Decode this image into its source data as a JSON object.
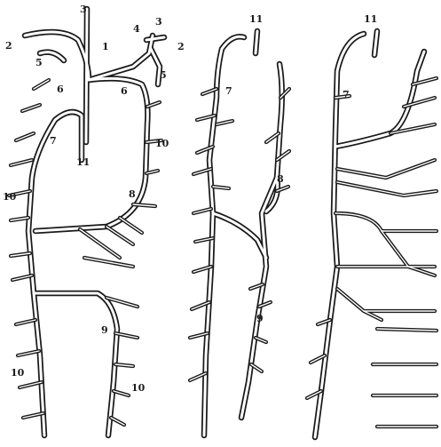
{
  "panels": [
    {
      "id": "left",
      "labels": [
        {
          "key": "l3a",
          "text": "3"
        },
        {
          "key": "l2a",
          "text": "2"
        },
        {
          "key": "l1",
          "text": "1"
        },
        {
          "key": "l4",
          "text": "4"
        },
        {
          "key": "l3b",
          "text": "3"
        },
        {
          "key": "l2b",
          "text": "2"
        },
        {
          "key": "l5a",
          "text": "5"
        },
        {
          "key": "l6a",
          "text": "6"
        },
        {
          "key": "l6b",
          "text": "6"
        },
        {
          "key": "l5b",
          "text": "5"
        },
        {
          "key": "l7",
          "text": "7"
        },
        {
          "key": "l11",
          "text": "11"
        },
        {
          "key": "l10a",
          "text": "10"
        },
        {
          "key": "l10b",
          "text": "10"
        },
        {
          "key": "l8",
          "text": "8"
        },
        {
          "key": "l9",
          "text": "9"
        },
        {
          "key": "l10c",
          "text": "10"
        },
        {
          "key": "l10d",
          "text": "10"
        }
      ]
    },
    {
      "id": "middle",
      "labels": [
        {
          "key": "m11",
          "text": "11"
        },
        {
          "key": "m7",
          "text": "7"
        },
        {
          "key": "m8",
          "text": "8"
        },
        {
          "key": "m9",
          "text": "9"
        }
      ]
    },
    {
      "id": "right",
      "labels": [
        {
          "key": "r11",
          "text": "11"
        },
        {
          "key": "r7",
          "text": "7"
        }
      ]
    }
  ]
}
